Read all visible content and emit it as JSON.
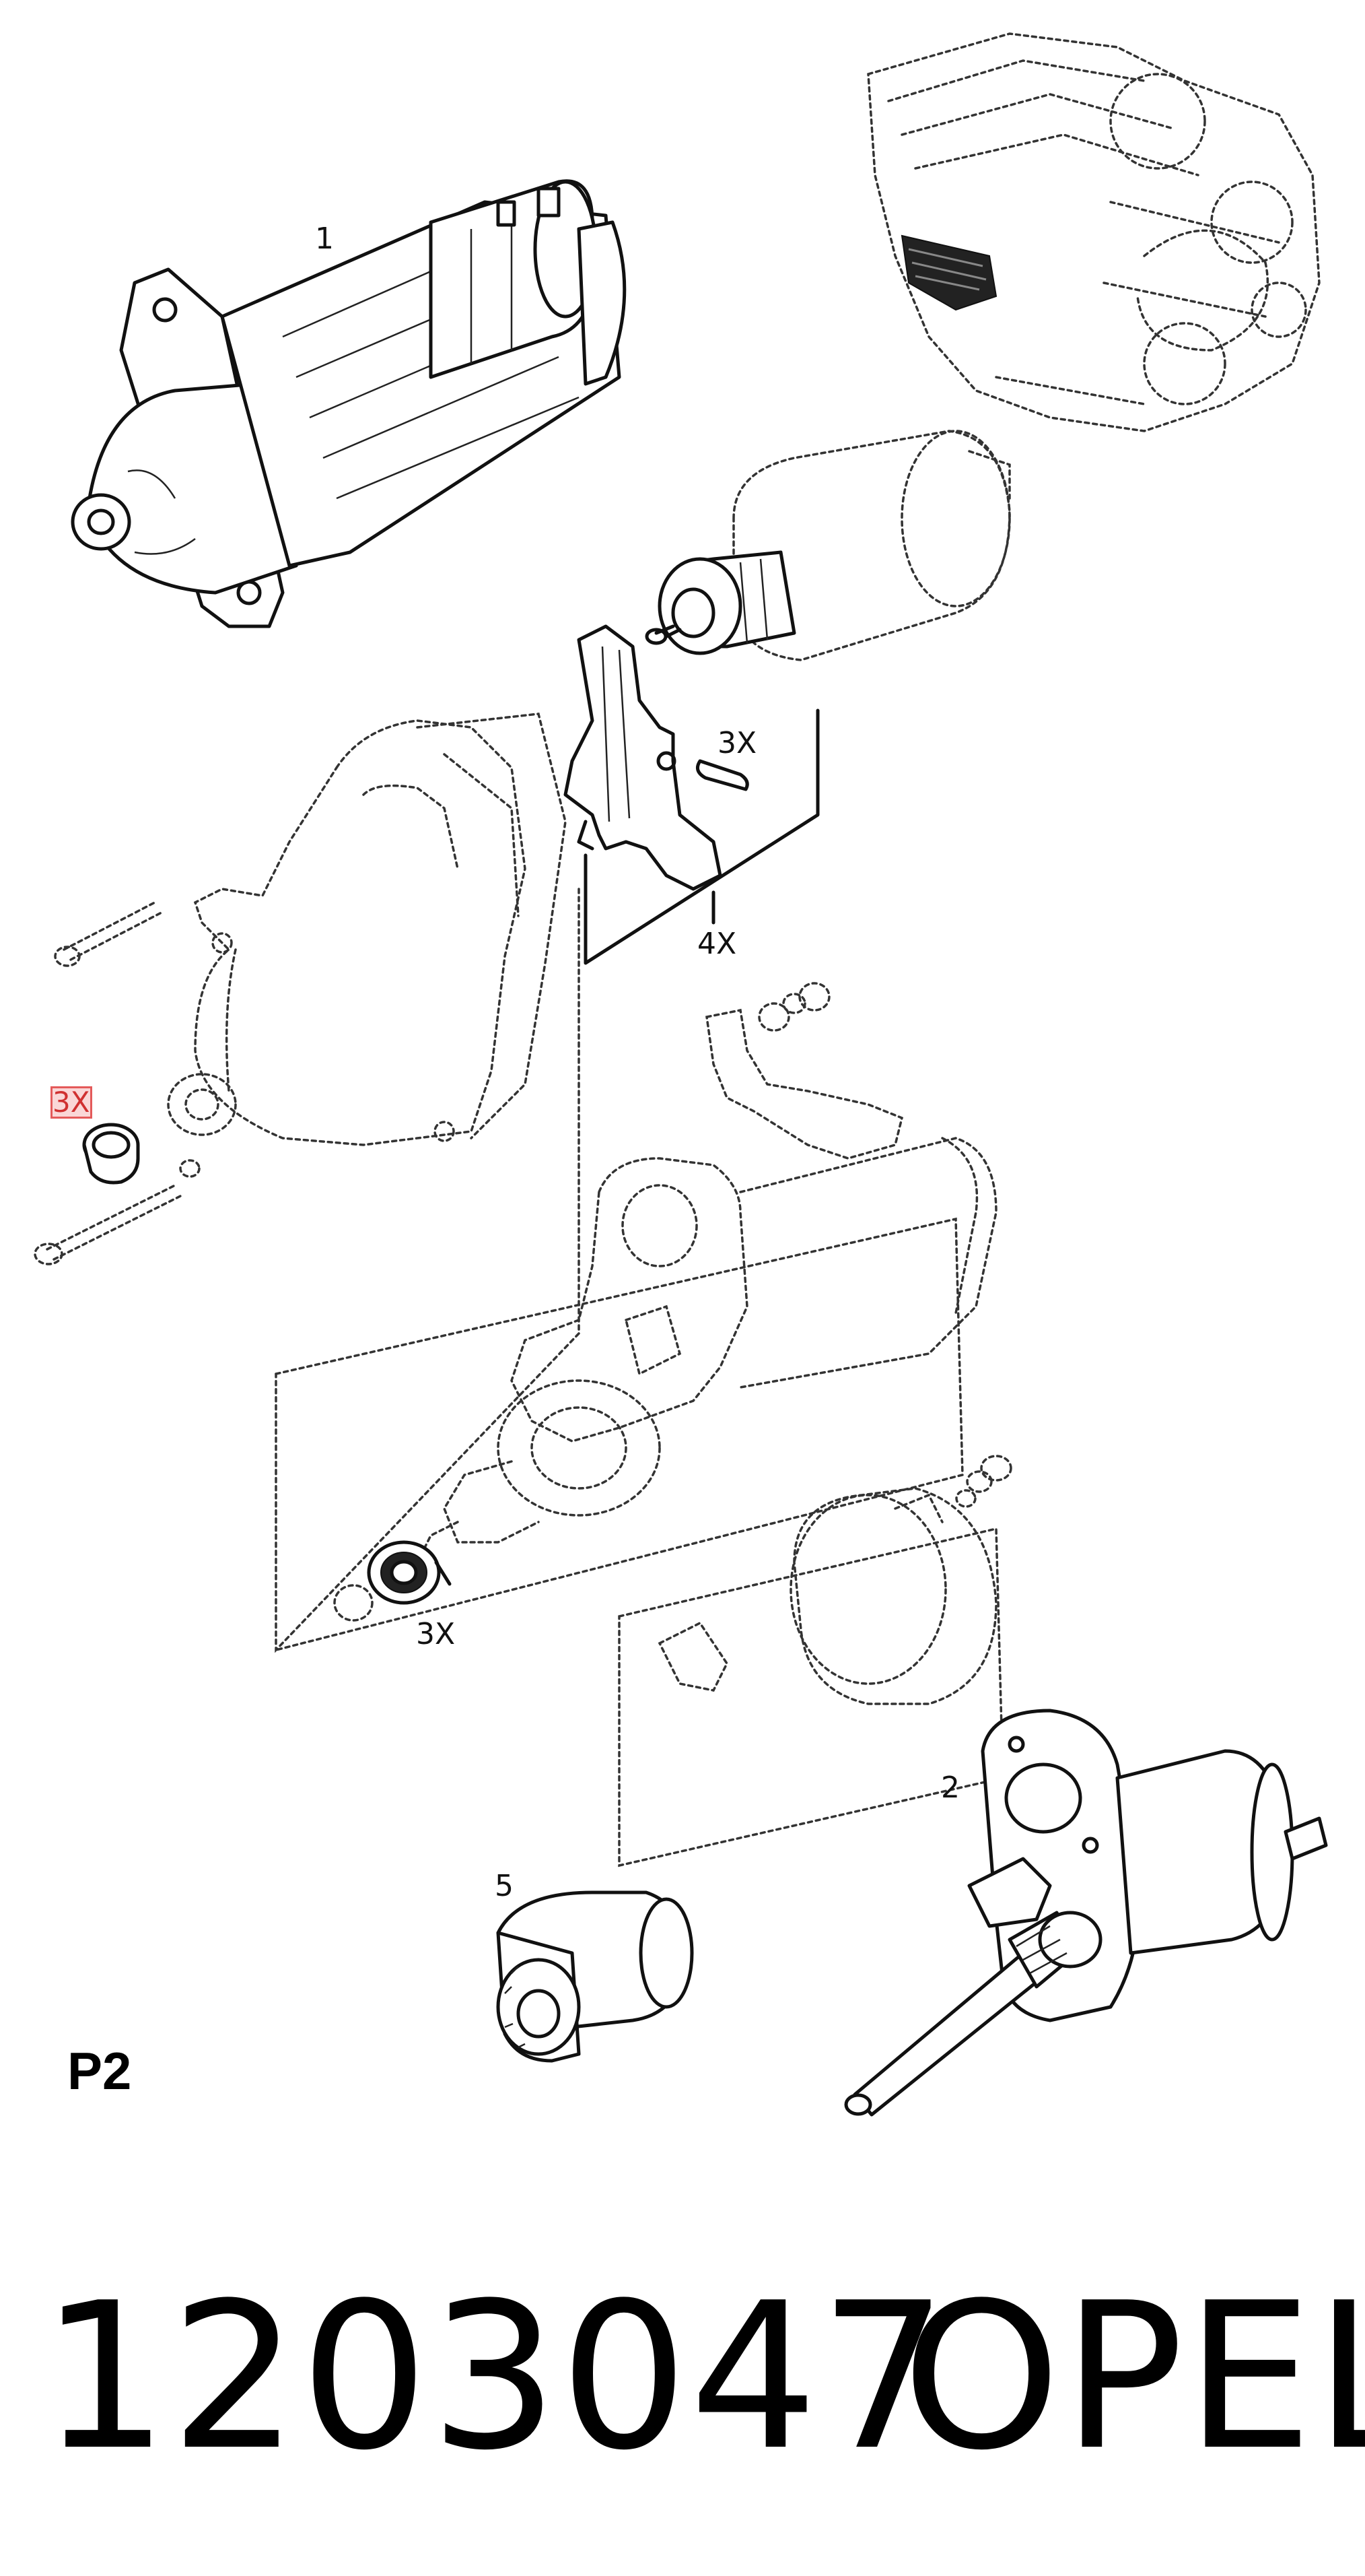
{
  "callouts": {
    "starter_assembly": "1",
    "solenoid_drive_assembly": "2",
    "pinion_drive": "5",
    "pin_qty": "3X",
    "brush_set_qty": "4X",
    "bush_qty": "3X",
    "seal_qty": "3X"
  },
  "page_label": "P2",
  "part_number": "1203047",
  "brand": "OPEL",
  "colors": {
    "highlight": "#e45a5a"
  }
}
